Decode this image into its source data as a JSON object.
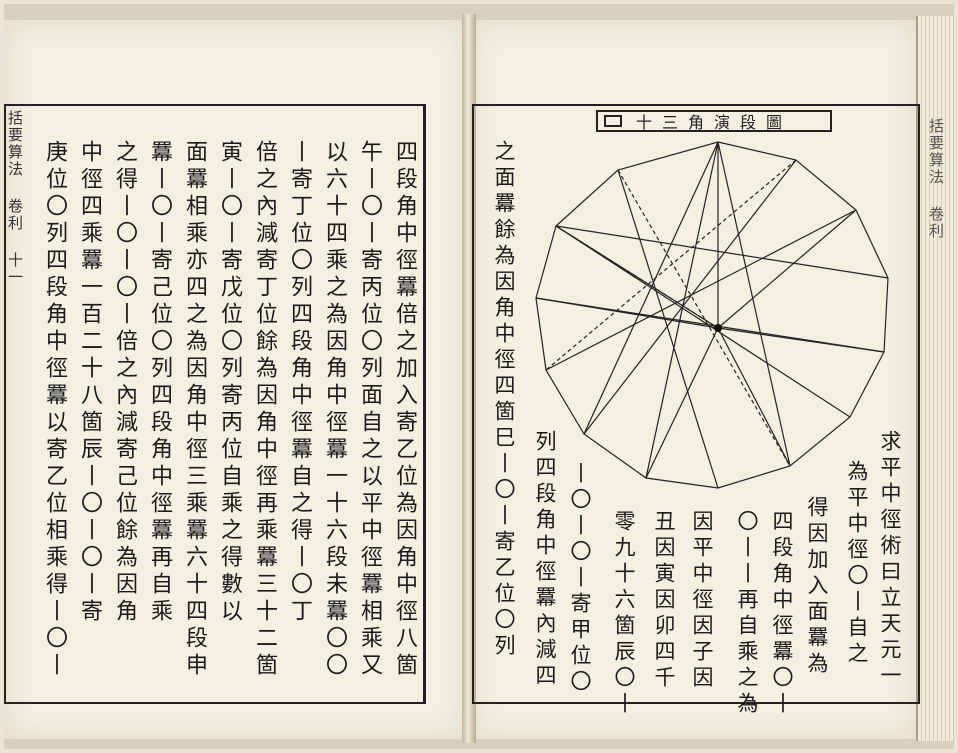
{
  "right_page": {
    "diagram_title": "十三角演段圖",
    "columns": [
      "求平中徑術曰立天元一",
      "為平中徑〇丨自之",
      "得因加入面羃為",
      "四段角中徑羃〇丨",
      "〇丨丨再自乘之為",
      "因平中徑因子因",
      "丑因寅因卯四千",
      "零九十六箇辰〇丨",
      "丨〇丨〇丨寄甲位〇",
      "列四段角中徑羃內減四",
      "之面羃餘為因角中徑四箇巳丨〇丨寄乙位〇列"
    ],
    "edge_text": "括要算法 卷利"
  },
  "left_page": {
    "margin_text": "括要算法 卷利 十一",
    "columns": [
      "四段角中徑羃倍之加入寄乙位為因角中徑八箇",
      "午丨〇丨寄丙位〇列面自之以平中徑羃相乘又",
      "以六十四乘之為因角中徑羃一十六段未羃〇〇",
      "丨寄丁位〇列四段角中徑羃自之得丨〇丁",
      "倍之內減寄丁位餘為因角中徑再乘羃三十二箇",
      "寅丨〇丨寄戊位〇列寄丙位自乘之得數以",
      "面羃相乘亦四之為因角中徑三乘羃六十四段申",
      "羃丨〇丨寄己位〇列四段角中徑羃再自乘",
      "之得丨〇丨〇丨倍之內減寄己位餘為因角",
      "中徑四乘羃一百二十八箇辰丨〇丨〇丨寄",
      "庚位〇列四段角中徑羃以寄乙位相乘得丨〇丨"
    ]
  }
}
